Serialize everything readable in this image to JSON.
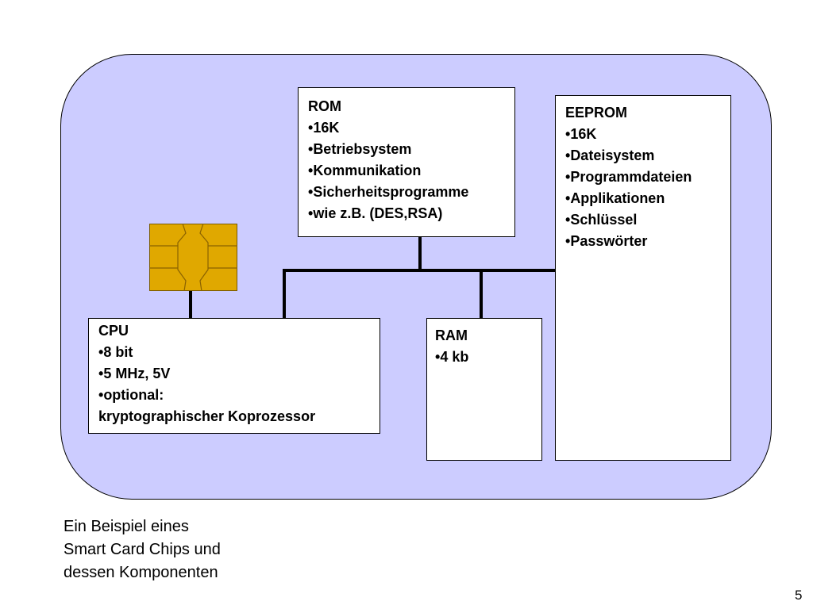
{
  "rom": {
    "title": "ROM",
    "items": [
      "16K",
      "Betriebsystem",
      "Kommunikation",
      "Sicherheitsprogramme",
      "wie z.B. (DES,RSA)"
    ]
  },
  "eeprom": {
    "title": "EEPROM",
    "items": [
      "16K",
      "Dateisystem",
      "Programmdateien",
      "Applikationen",
      "Schlüssel",
      "Passwörter"
    ]
  },
  "cpu": {
    "title": "CPU",
    "items": [
      "8 bit",
      "5 MHz, 5V",
      "optional:"
    ],
    "extra": "kryptographischer Koprozessor"
  },
  "ram": {
    "title": "RAM",
    "items": [
      "4 kb"
    ]
  },
  "caption": [
    "Ein Beispiel eines",
    "Smart Card Chips und",
    "dessen Komponenten"
  ],
  "page_number": "5",
  "colors": {
    "card_fill": "#ccccff",
    "chip_fill": "#e0a800"
  }
}
